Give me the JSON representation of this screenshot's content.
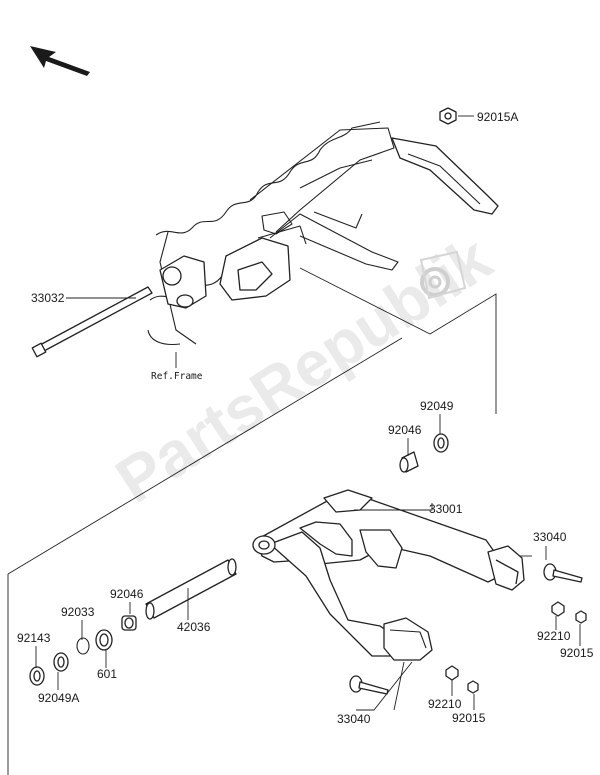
{
  "diagram": {
    "watermark": "PartsRepublik",
    "frame_reference_label": "Ref.Frame",
    "part_labels": [
      {
        "id": "p92015A",
        "text": "92015A"
      },
      {
        "id": "p33032",
        "text": "33032"
      },
      {
        "id": "p92049",
        "text": "92049"
      },
      {
        "id": "p92046top",
        "text": "92046"
      },
      {
        "id": "p33001",
        "text": "33001"
      },
      {
        "id": "p33040r",
        "text": "33040"
      },
      {
        "id": "p92210r",
        "text": "92210"
      },
      {
        "id": "p92015r",
        "text": "92015"
      },
      {
        "id": "p92046l",
        "text": "92046"
      },
      {
        "id": "p92033",
        "text": "92033"
      },
      {
        "id": "p42036",
        "text": "42036"
      },
      {
        "id": "p92143",
        "text": "92143"
      },
      {
        "id": "p601",
        "text": "601"
      },
      {
        "id": "p92049A",
        "text": "92049A"
      },
      {
        "id": "p33040b",
        "text": "33040"
      },
      {
        "id": "p92210b",
        "text": "92210"
      },
      {
        "id": "p92015b",
        "text": "92015"
      }
    ],
    "colors": {
      "line": "#222222",
      "watermark": "#d9d9d9",
      "background": "#ffffff"
    },
    "icons": [
      "direction-arrow-icon",
      "gear-watermark-icon"
    ]
  }
}
